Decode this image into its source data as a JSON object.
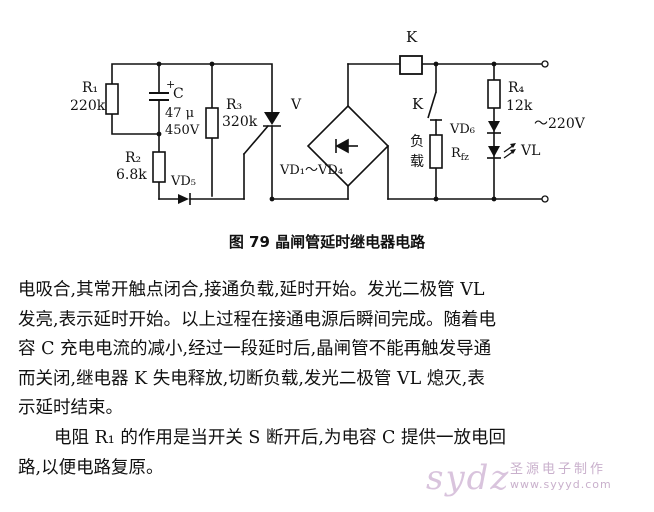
{
  "figure": {
    "caption": "图 79   晶闸管延时继电器电路",
    "labels": {
      "r1": "R₁",
      "r1_value": "220k",
      "c": "C",
      "c_plus": "+",
      "c_cap": "47 μ",
      "c_volt": "450V",
      "r3": "R₃",
      "r3_value": "320k",
      "v": "V",
      "r2": "R₂",
      "r2_value": "6.8k",
      "vd5": "VD₅",
      "vd_bridge": "VD₁～VD₄",
      "k_coil": "K",
      "k_contact": "K",
      "load_1": "负",
      "load_2": "载",
      "rfz": "R",
      "rfz_sub": "fz",
      "r4": "R₄",
      "r4_value": "12k",
      "vd6": "VD₆",
      "vl": "VL",
      "ac": "～220V"
    }
  },
  "body": {
    "lines": [
      "电吸合,其常开触点闭合,接通负载,延时开始。发光二极管 VL",
      "发亮,表示延时开始。以上过程在接通电源后瞬间完成。随着电",
      "容 C 充电电流的减小,经过一段延时后,晶闸管不能再触发导通",
      "而关闭,继电器 K 失电释放,切断负载,发光二极管 VL 熄灭,表",
      "示延时结束。"
    ],
    "paragraph2": [
      "电阻 R₁ 的作用是当开关 S 断开后,为电容 C 提供一放电回",
      "路,以便电路复原。"
    ]
  },
  "watermark": {
    "logo": "sydz",
    "name": "圣源电子制作",
    "url": "www.syyyd.com"
  }
}
